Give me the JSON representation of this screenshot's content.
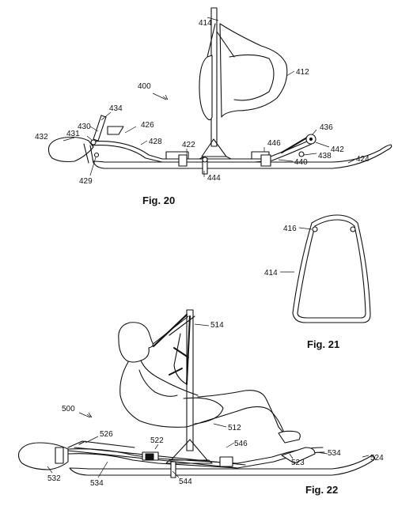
{
  "figures": {
    "fig20": {
      "caption": "Fig. 20"
    },
    "fig21": {
      "caption": "Fig. 21"
    },
    "fig22": {
      "caption": "Fig. 22"
    }
  },
  "labels": {
    "l400": "400",
    "l412": "412",
    "l414a": "414",
    "l422": "422",
    "l424": "424",
    "l426": "426",
    "l428": "428",
    "l429": "429",
    "l430": "430",
    "l431": "431",
    "l432": "432",
    "l434": "434",
    "l436": "436",
    "l438": "438",
    "l440": "440",
    "l442": "442",
    "l444": "444",
    "l446": "446",
    "l416": "416",
    "l414b": "414",
    "l500": "500",
    "l512": "512",
    "l514": "514",
    "l522": "522",
    "l523": "523",
    "l524": "524",
    "l526": "526",
    "l532": "532",
    "l534a": "534",
    "l534b": "534",
    "l544": "544",
    "l546": "546"
  }
}
